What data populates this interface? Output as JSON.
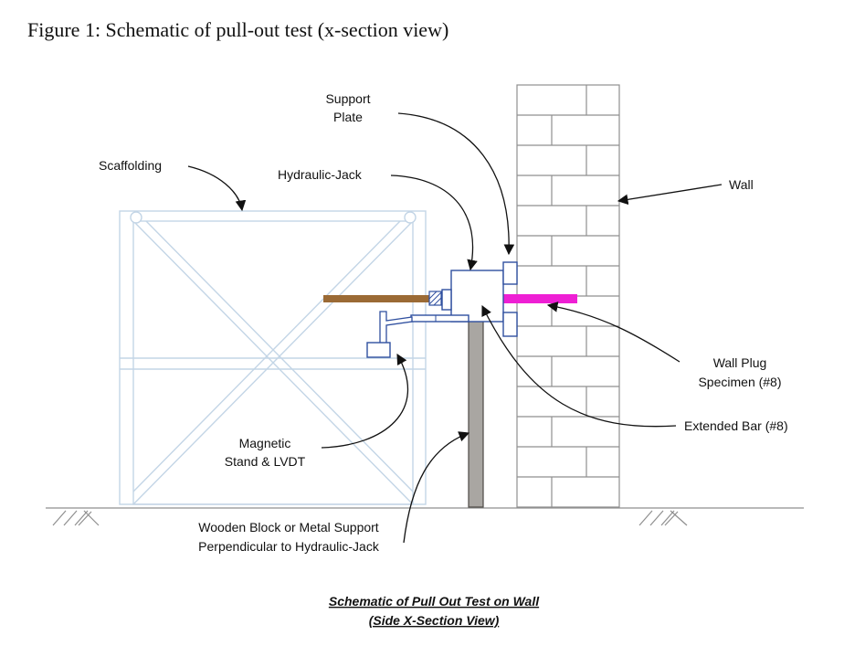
{
  "figure": {
    "heading": "Figure 1: Schematic of pull-out test (x-section view)"
  },
  "labels": {
    "support_plate": [
      "Support",
      "Plate"
    ],
    "scaffolding": "Scaffolding",
    "hydraulic_jack": "Hydraulic-Jack",
    "wall": "Wall",
    "wall_plug": [
      "Wall Plug",
      "Specimen (#8)"
    ],
    "extended_bar": "Extended Bar (#8)",
    "magnetic_stand": [
      "Magnetic",
      "Stand & LVDT"
    ],
    "support_block": [
      "Wooden Block or Metal Support",
      "Perpendicular to Hydraulic-Jack"
    ]
  },
  "caption": {
    "line1": "Schematic of  Pull Out Test on Wall",
    "line2": "(Side X-Section View)"
  },
  "colors": {
    "extended_bar": "#9b6a35",
    "wall_plug": "#ee1fd4",
    "support_block": "#a9a6a2",
    "jack_outline": "#2f4f9f",
    "scaffold": "#c3d5e6",
    "brick": "#8f8f8f"
  }
}
